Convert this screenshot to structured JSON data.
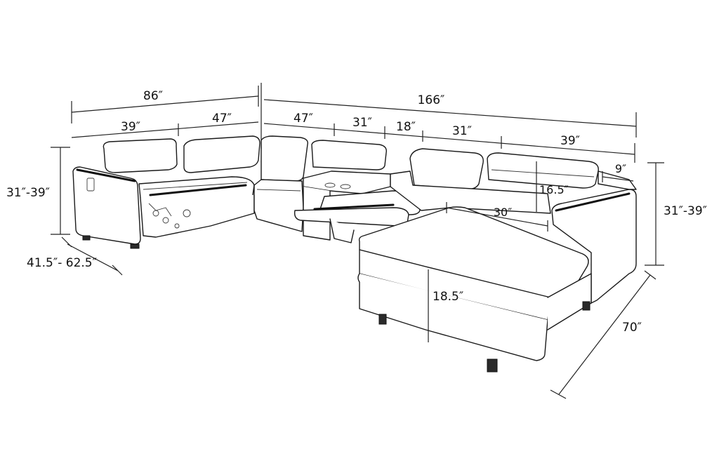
{
  "diagram": {
    "subject": "U-shaped sectional sofa with chaise, line drawing with dimensions",
    "dimensions": {
      "left_total": "86″",
      "left_a": "39″",
      "left_b": "47″",
      "top_total": "166″",
      "seg_47": "47″",
      "seg_31a": "31″",
      "seg_18": "18″",
      "seg_31b": "31″",
      "seg_39": "39″",
      "arm_9": "9″",
      "seat_height": "16.5″",
      "chaise_width": "30″",
      "chaise_height": "18.5″",
      "left_height": "31″-39″",
      "right_height": "31″-39″",
      "depth": "41.5″- 62.5″",
      "chaise_length": "70″"
    }
  }
}
